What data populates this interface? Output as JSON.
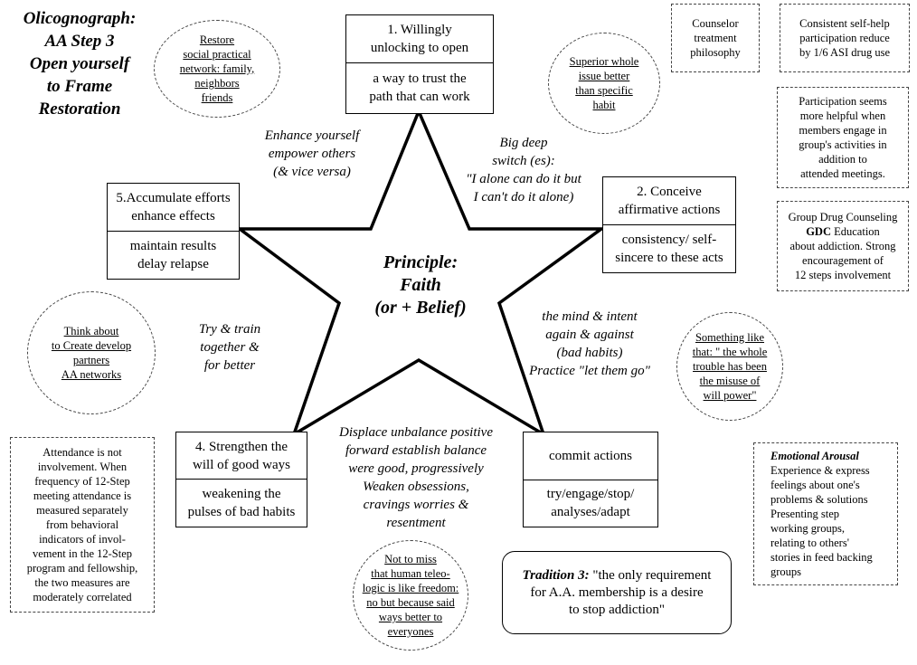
{
  "title": [
    "Olicognograph:",
    "AA Step 3",
    "Open yourself",
    "to Frame",
    "Restoration"
  ],
  "center": [
    "Principle:",
    "Faith",
    "(or + Belief)"
  ],
  "boxes": {
    "b1": {
      "top": [
        "1. Willingly",
        "unlocking to open"
      ],
      "bottom": [
        "a way to trust the",
        "path that can work"
      ]
    },
    "b2": {
      "top": [
        "2. Conceive",
        "affirmative actions"
      ],
      "bottom": [
        "consistency/ self-",
        "sincere to these acts"
      ]
    },
    "b3": {
      "top": [
        "commit actions"
      ],
      "bottom": [
        "try/engage/stop/",
        "analyses/adapt"
      ]
    },
    "b4": {
      "top": [
        "4. Strengthen the",
        "will of good ways"
      ],
      "bottom": [
        "weakening  the",
        "pulses of bad habits"
      ]
    },
    "b5": {
      "top": [
        "5.Accumulate efforts",
        "enhance effects"
      ],
      "bottom": [
        "maintain results",
        "delay  relapse"
      ]
    }
  },
  "italic_texts": {
    "enhance": [
      "Enhance yourself",
      "empower others",
      "(& vice versa)"
    ],
    "switch": [
      "Big deep",
      "switch (es):",
      "\"I alone can do it but",
      "I can't do it alone)"
    ],
    "mind": [
      "the mind & intent",
      "again & against",
      "(bad habits)",
      "Practice \"let them go\""
    ],
    "displace": [
      "Displace unbalance positive",
      "forward establish balance",
      "were good, progressively",
      "Weaken obsessions,",
      "cravings worries &",
      "resentment"
    ],
    "try": [
      "Try & train",
      "together &",
      "for better"
    ]
  },
  "circles": {
    "restore": [
      "Restore",
      "social practical",
      "network: family,",
      "neighbors",
      "friends"
    ],
    "superior": [
      "Superior whole",
      "issue better",
      "than specific",
      "habit"
    ],
    "think": [
      "Think about",
      "to Create develop",
      "partners",
      "AA networks"
    ],
    "something": [
      "Something like",
      "that: \" the whole",
      "trouble has been",
      "the misuse of",
      "will power\""
    ],
    "notmiss": [
      "Not to miss",
      "that human teleo-",
      "logic is like freedom:",
      "no but because said",
      "ways better to",
      "everyones"
    ]
  },
  "dashed_boxes": {
    "counselor": [
      "Counselor",
      "treatment",
      "philosophy"
    ],
    "consistent": [
      "Consistent self-help",
      "participation reduce",
      "by 1/6 ASI  drug use"
    ],
    "participation": [
      "Participation seems",
      "more  helpful  when",
      "members engage in",
      "group's activities in",
      "addition to",
      "attended meetings."
    ],
    "gdc": {
      "line1": "Group Drug Counseling",
      "bold": "GDC",
      "line2_rest": " Education",
      "rest": [
        "about addiction. Strong",
        "encouragement of",
        "12 steps involvement"
      ]
    },
    "attendance": [
      "Attendance is not",
      "involvement. When",
      "frequency of 12-Step",
      "meeting attendance is",
      "measured separately",
      "from behavioral",
      "indicators of invol-",
      "vement in the 12-Step",
      "program and fellowship,",
      "the two measures are",
      "moderately correlated"
    ],
    "emotional": {
      "heading": "Emotional Arousal",
      "lines": [
        "Experience & express",
        "feelings about one's",
        "problems & solutions",
        "Presenting step",
        "working groups,",
        "relating to others'",
        "stories in feed backing",
        "groups"
      ]
    }
  },
  "tradition": {
    "label": "Tradition 3:",
    "first_rest": " \"the only requirement",
    "lines": [
      "for A.A. membership is a desire",
      "to stop addiction\""
    ]
  }
}
